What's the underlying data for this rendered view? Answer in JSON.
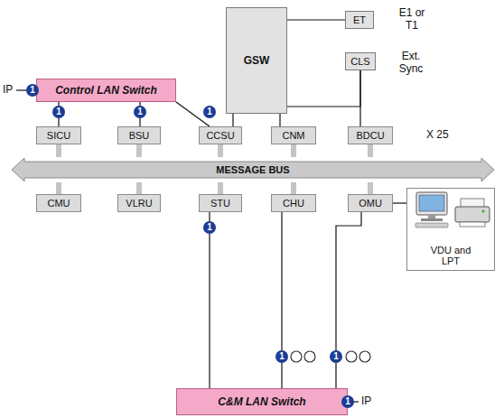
{
  "diagram": {
    "nodes": [
      {
        "text": [
          "GSW"
        ]
      },
      {
        "text": [
          "ET"
        ]
      },
      {
        "text": [
          "CLS"
        ]
      },
      {
        "text": [
          "Control LAN Switch"
        ]
      },
      {
        "text": [
          "SICU"
        ]
      },
      {
        "text": [
          "BSU"
        ]
      },
      {
        "text": [
          "CCSU"
        ]
      },
      {
        "text": [
          "CNM"
        ]
      },
      {
        "text": [
          "BDCU"
        ]
      },
      {
        "text": [
          "MESSAGE BUS"
        ]
      },
      {
        "text": [
          "CMU"
        ]
      },
      {
        "text": [
          "VLRU"
        ]
      },
      {
        "text": [
          "STU"
        ]
      },
      {
        "text": [
          "CHU"
        ]
      },
      {
        "text": [
          "OMU"
        ]
      },
      {
        "text": [
          "VDU and LPT"
        ]
      },
      {
        "text": [
          "C&M LAN Switch"
        ]
      }
    ],
    "edges": [
      {
        "from": 3,
        "to": 4,
        "arrow": "none"
      },
      {
        "from": 3,
        "to": 5,
        "arrow": "none"
      },
      {
        "from": 3,
        "to": 6,
        "arrow": "none"
      },
      {
        "from": 0,
        "to": 1,
        "arrow": "none"
      },
      {
        "from": 0,
        "to": 2,
        "arrow": "none"
      },
      {
        "from": 2,
        "to": 8,
        "arrow": "none"
      },
      {
        "from": 6,
        "to": 0,
        "arrow": "none"
      },
      {
        "from": 7,
        "to": 0,
        "arrow": "none"
      },
      {
        "from": 4,
        "to": 9,
        "arrow": "none"
      },
      {
        "from": 5,
        "to": 9,
        "arrow": "none"
      },
      {
        "from": 6,
        "to": 9,
        "arrow": "none"
      },
      {
        "from": 7,
        "to": 9,
        "arrow": "none"
      },
      {
        "from": 8,
        "to": 9,
        "arrow": "none"
      },
      {
        "from": 10,
        "to": 9,
        "arrow": "none"
      },
      {
        "from": 11,
        "to": 9,
        "arrow": "none"
      },
      {
        "from": 12,
        "to": 9,
        "arrow": "none"
      },
      {
        "from": 13,
        "to": 9,
        "arrow": "none"
      },
      {
        "from": 14,
        "to": 9,
        "arrow": "none"
      },
      {
        "from": 12,
        "to": 16,
        "arrow": "none"
      },
      {
        "from": 13,
        "to": 16,
        "arrow": "none"
      },
      {
        "from": 14,
        "to": 16,
        "arrow": "none"
      },
      {
        "from": 14,
        "to": 15,
        "arrow": "none"
      }
    ],
    "labels": [
      "E1 or T1",
      "IP",
      "1",
      "Ext. Sync",
      "1",
      "1",
      "1",
      "X 25",
      "1",
      "1",
      "1",
      "1",
      "IP"
    ]
  }
}
